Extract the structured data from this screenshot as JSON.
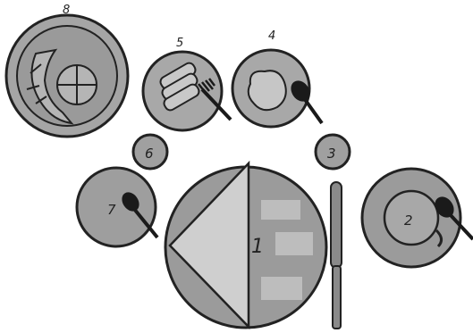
{
  "labels": {
    "item_1": "1",
    "item_2": "2",
    "item_3": "3",
    "item_4": "4",
    "item_5": "5",
    "item_6": "6",
    "item_7": "7",
    "item_8": "8"
  },
  "colors": {
    "plate_fill": "#9b9b9b",
    "plate_light": "#c4c4c4",
    "plate_stroke": "#222222",
    "napkin_fill": "#cfcfcf",
    "cutlery": "#1a1a1a",
    "knife": "#8a8a8a"
  }
}
